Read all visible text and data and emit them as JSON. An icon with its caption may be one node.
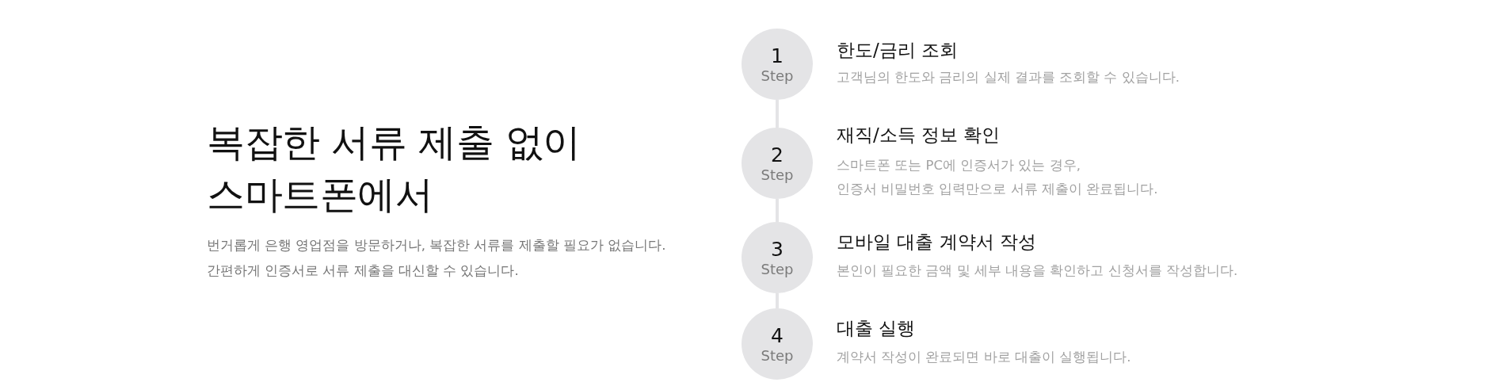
{
  "diagram": {
    "title": "복잡한 서류 제출 없이 스마트폰에서",
    "nodes": [
      {
        "text": [
          "1",
          "Step"
        ],
        "beside": [
          "한도/금리 조회",
          "고객님의 한도와 금리의 실제 결과를 조회할 수 있습니다."
        ]
      },
      {
        "text": [
          "2",
          "Step"
        ],
        "beside": [
          "재직/소득 정보 확인",
          "스마트폰 또는 PC에 인증서가 있는 경우, 인증서 비밀번호 입력만으로 서류 제출이 완료됩니다."
        ]
      },
      {
        "text": [
          "3",
          "Step"
        ],
        "beside": [
          "모바일 대출 계약서 작성",
          "본인이 필요한 금액 및 세부 내용을 확인하고 신청서를 작성합니다."
        ]
      },
      {
        "text": [
          "4",
          "Step"
        ],
        "beside": [
          "대출 실행",
          "계약서 작성이 완료되면 바로 대출이 실행됩니다."
        ]
      }
    ],
    "edges": [
      {
        "from": 0,
        "to": 1,
        "arrow": "none"
      },
      {
        "from": 1,
        "to": 2,
        "arrow": "none"
      },
      {
        "from": 2,
        "to": 3,
        "arrow": "none"
      }
    ],
    "labels": [
      "번거롭게 은행 영업점을 방문하거나, 복잡한 서류를 제출할 필요가 없습니다. 간편하게 인증서로 서류 제출을 대신할 수 있습니다."
    ]
  }
}
